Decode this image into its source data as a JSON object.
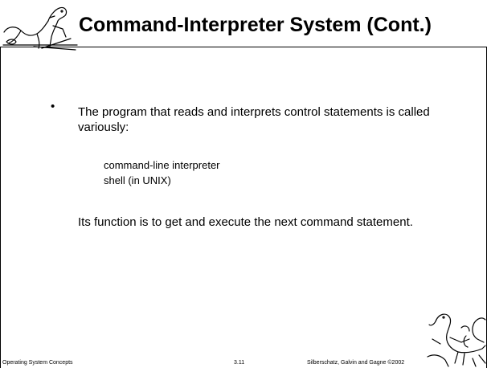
{
  "slide": {
    "title": "Command-Interpreter System (Cont.)",
    "bullet_symbol": "•",
    "paragraph1": "The program that reads and interprets control statements is called variously:",
    "sub_items": [
      "command-line interpreter",
      "shell (in UNIX)"
    ],
    "paragraph2": " Its function is to get and execute the next command statement."
  },
  "footer": {
    "left": "Operating System Concepts",
    "center": "3.11",
    "right": "Silberschatz, Galvin and  Gagne ©2002"
  }
}
